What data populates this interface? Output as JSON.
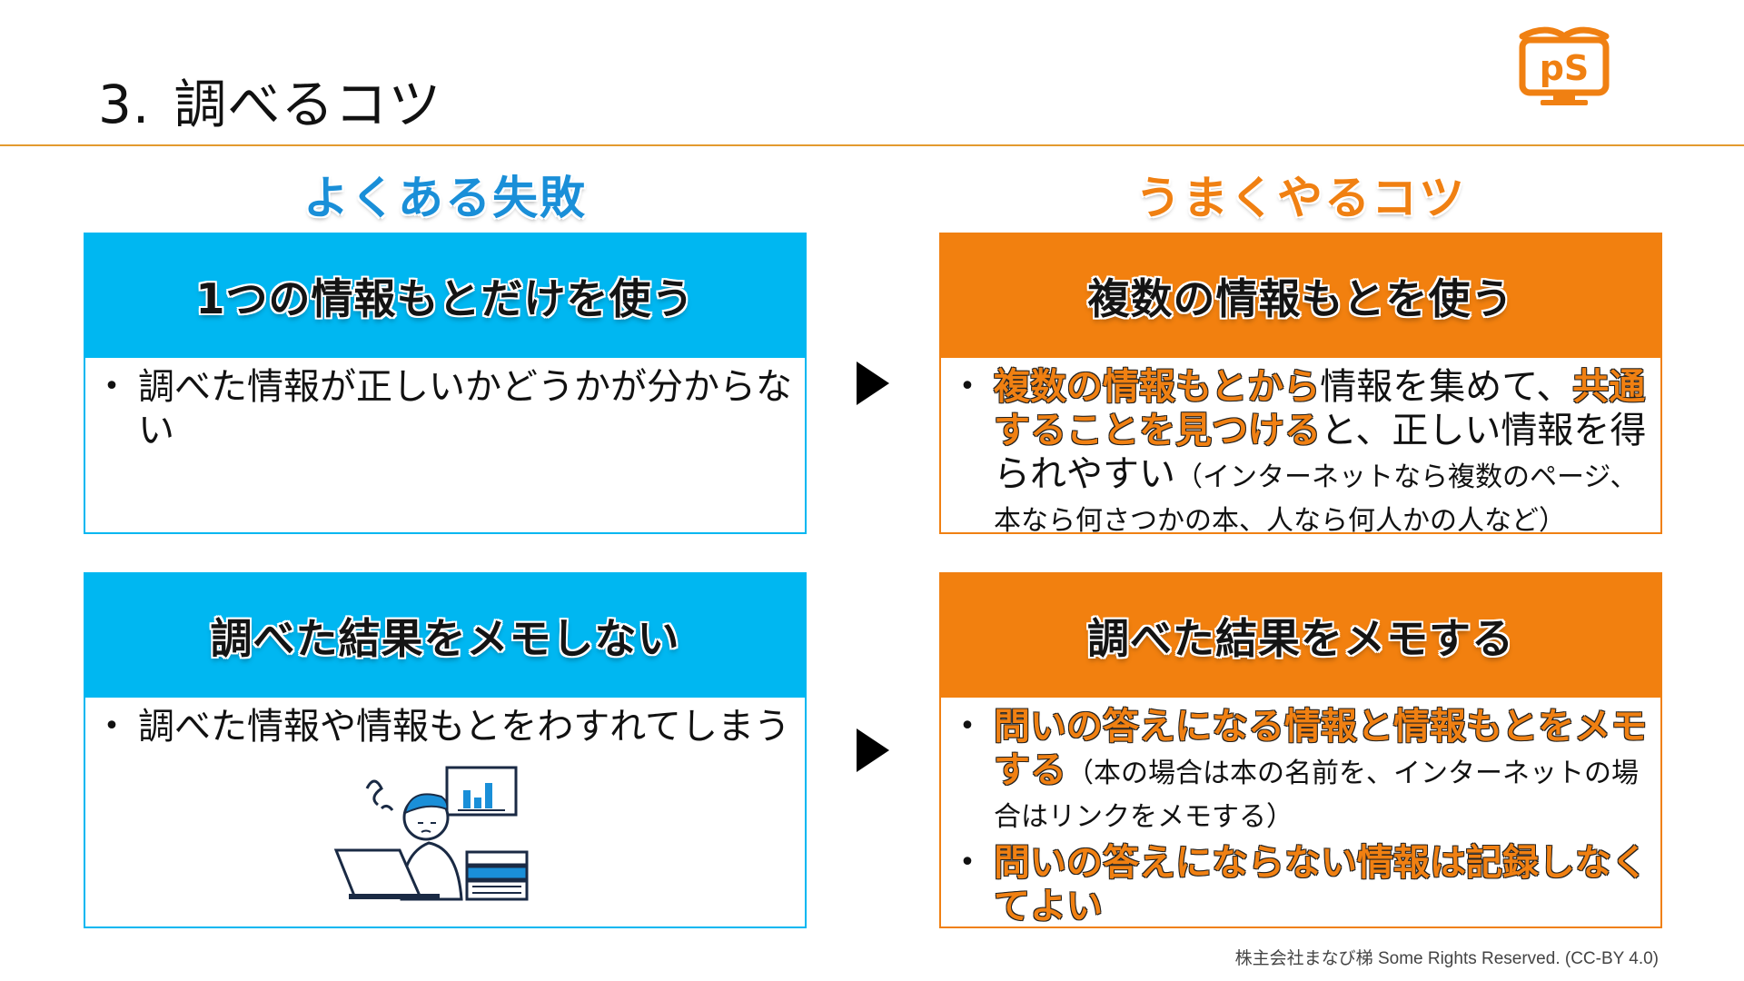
{
  "header": {
    "number": "3.",
    "title": "調べるコツ"
  },
  "logo": {
    "name": "ps-monitor-logo",
    "text": "pS",
    "color": "#f08012"
  },
  "columns": {
    "left_heading": "よくある失敗",
    "right_heading": "うまくやるコツ"
  },
  "cards": {
    "fail_1": {
      "title": "1つの情報もとだけを使う",
      "bullet": "調べた情報が正しいかどうかが分からない"
    },
    "tip_1": {
      "title": "複数の情報もとを使う",
      "b_hl1": "複数の情報もとから",
      "b_t1": "情報を集めて、",
      "b_hl2": "共通することを見つける",
      "b_t2": "と、正しい情報を得られやすい",
      "b_small": "（インターネットなら複数のページ、本なら何さつかの本、人なら何人かの人など）"
    },
    "fail_2": {
      "title": "調べた結果をメモしない",
      "bullet": "調べた情報や情報もとをわすれてしまう"
    },
    "tip_2": {
      "title": "調べた結果をメモする",
      "b1_hl": "問いの答えになる情報と情報もとをメモする",
      "b1_small": "（本の場合は本の名前を、インターネットの場合はリンクをメモする）",
      "b2_hl": "問いの答えにならない情報は記録しなくてよい"
    }
  },
  "colors": {
    "blue": "#00b7f1",
    "orange": "#f08012",
    "rule": "#e39a2f"
  },
  "footer": "株主会社まなび梯 Some Rights Reserved. (CC-BY 4.0)"
}
